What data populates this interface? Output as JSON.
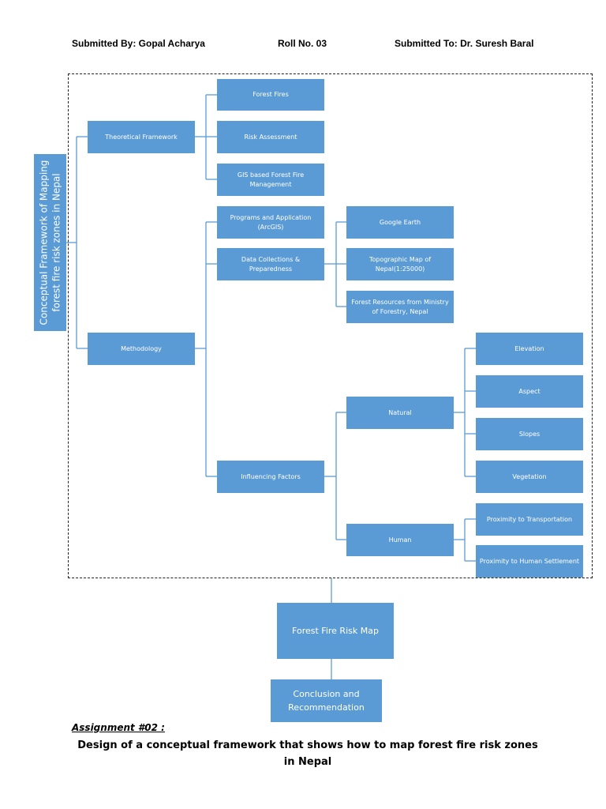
{
  "header": {
    "submitted_by": "Submitted By: Gopal Acharya",
    "roll_no": "Roll No. 03",
    "submitted_to": "Submitted To: Dr. Suresh Baral"
  },
  "root_label": "Conceptual Framework of Mapping forest fire risk zones in Nepal",
  "nodes": {
    "theoretical": "Theoretical Framework",
    "methodology": "Methodology",
    "forest_fires": "Forest Fires",
    "risk_assessment": "Risk Assessment",
    "gis_management": "GIS based Forest Fire Management",
    "programs": "Programs and Application (ArcGIS)",
    "data_collection": "Data Collections & Preparedness",
    "influencing": "Influencing Factors",
    "google_earth": "Google Earth",
    "topo_map": "Topographic Map of Nepal(1:25000)",
    "forest_resources": "Forest Resources from Ministry of Forestry, Nepal",
    "natural": "Natural",
    "human": "Human",
    "elevation": "Elevation",
    "aspect": "Aspect",
    "slopes": "Slopes",
    "vegetation": "Vegetation",
    "prox_transport": "Proximity to Transportation",
    "prox_settlement": "Proximity to Human Settlement",
    "risk_map": "Forest Fire Risk Map",
    "conclusion": "Conclusion and Recommendation"
  },
  "footer": {
    "assignment": "Assignment #02 :",
    "description": "Design of a conceptual framework that shows how to map forest fire risk zones in Nepal"
  },
  "colors": {
    "box": "#5b9bd5",
    "connector": "#5b9bd5",
    "box_text": "#ffffff"
  }
}
